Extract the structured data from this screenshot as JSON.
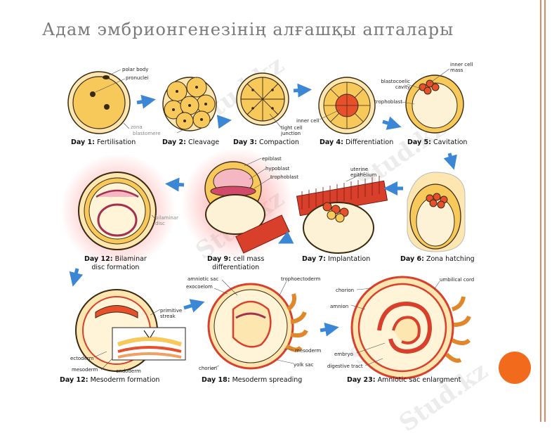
{
  "slide": {
    "title": "Адам эмбрионгенезінің алғашқы апталары",
    "watermark": "Stud.kz"
  },
  "stages": [
    {
      "day": "Day 1:",
      "name": "Fertilisation"
    },
    {
      "day": "Day 2:",
      "name": "Cleavage"
    },
    {
      "day": "Day 3:",
      "name": "Compaction"
    },
    {
      "day": "Day 4:",
      "name": "Differentiation"
    },
    {
      "day": "Day 5:",
      "name": "Cavitation"
    },
    {
      "day": "Day 6:",
      "name": "Zona hatching"
    },
    {
      "day": "Day 7:",
      "name": "Implantation"
    },
    {
      "day": "Day 9:",
      "name": "cell mass",
      "name2": "differentiation"
    },
    {
      "day": "Day 12:",
      "name": "Bilaminar",
      "name2": "disc formation"
    },
    {
      "day": "Day 12:",
      "name": "Mesoderm formation"
    },
    {
      "day": "Day 18:",
      "name": "Mesoderm spreading"
    },
    {
      "day": "Day 23:",
      "name": "Amniotic sac enlargment"
    }
  ],
  "labels": {
    "polar_body": "polar body",
    "pronuclei": "pronuclei",
    "zona": "zona",
    "blastomere": "blastomere",
    "tight_cell_junction": "tight cell junction",
    "inner_cell": "inner cell",
    "blastocoelic_cavity": "blastocoelic cavity",
    "trophoblast": "trophoblast",
    "inner_cell_mass": "inner cell mass",
    "epiblast": "epiblast",
    "hypoblast": "hypoblast",
    "trophoblast_d9": "trophoblast",
    "uterine_epithelium": "uterine epithelium",
    "bilaminar_disc": "bilaminar disc",
    "primitive_streak": "primitive streak",
    "ectoderm": "ectoderm",
    "mesoderm": "mesoderm",
    "endoderm": "endoderm",
    "amniotic_sac": "amniotic sac",
    "exocoelom": "exocoelom",
    "trophoectoderm": "trophoectoderm",
    "mesoderm_d18": "mesoderm",
    "yolk_sac": "yolk sac",
    "chorion_d18": "chorion",
    "chorion_d23": "chorion",
    "amnion": "amnion",
    "embryo": "embryo",
    "digestive_tract": "digestive tract",
    "umbilical_cord": "umbilical cord"
  },
  "colors": {
    "accent_dot": "#f26b1d",
    "edge_line": "#e0876a",
    "cell_fill": "#f7c85a",
    "cell_light": "#fde6b0",
    "cell_stroke": "#3a2a10",
    "tissue_red": "#d9402b",
    "arrow_blue": "#3c86d6"
  }
}
